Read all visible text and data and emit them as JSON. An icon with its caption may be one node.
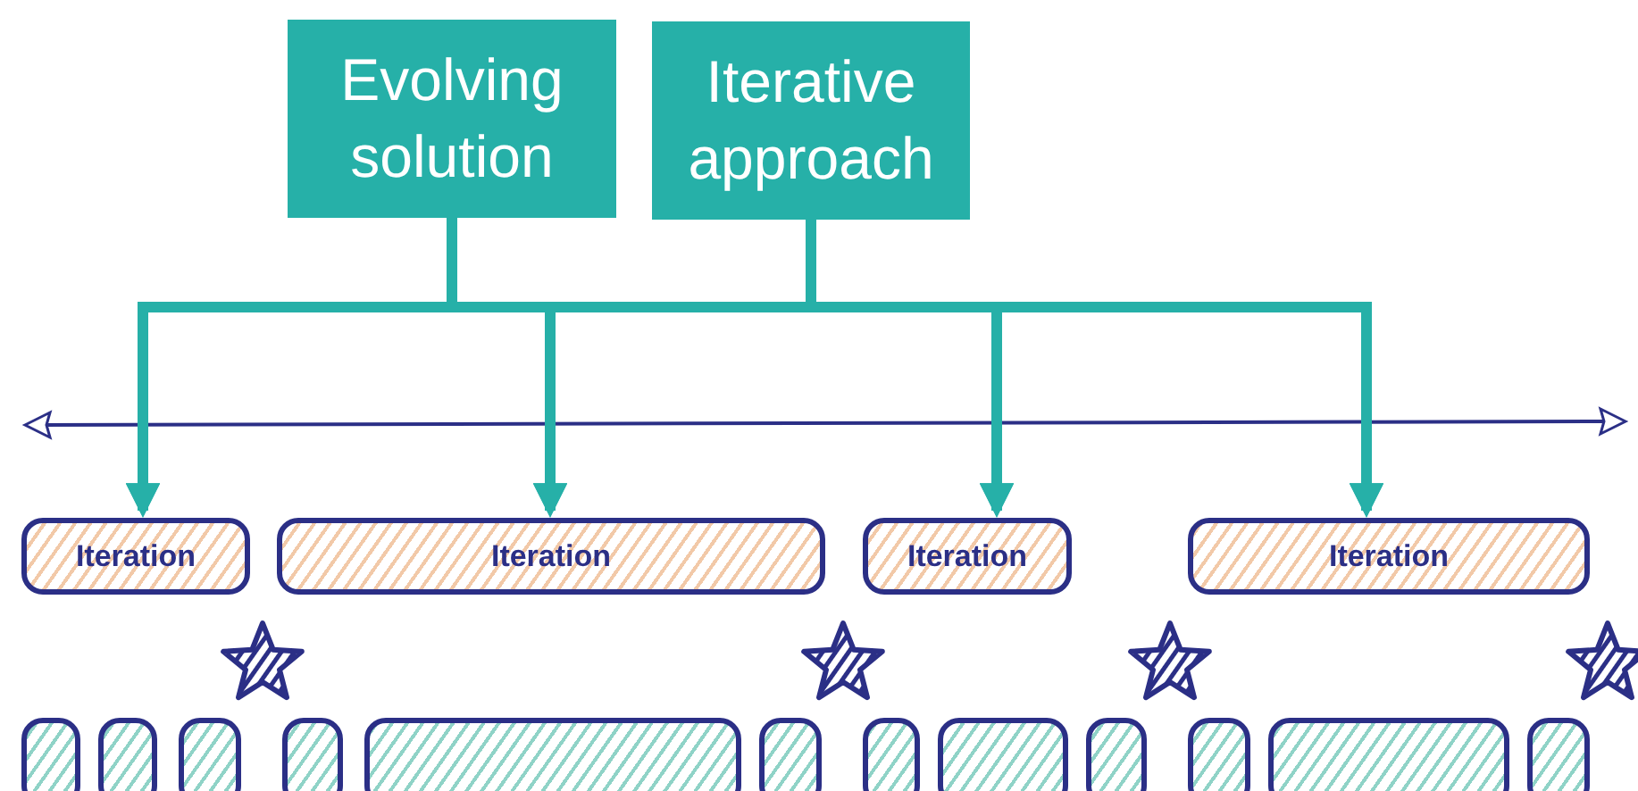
{
  "diagram": {
    "nodes": [
      {
        "text": [
          "Evolving solution"
        ]
      },
      {
        "text": [
          "Iterative approach"
        ]
      },
      {
        "text": [
          "Iteration"
        ]
      },
      {
        "text": [
          "Iteration"
        ]
      },
      {
        "text": [
          "Iteration"
        ]
      },
      {
        "text": [
          "Iteration"
        ]
      },
      {
        "text": [],
        "shape": "star"
      },
      {
        "text": [],
        "shape": "star"
      },
      {
        "text": [],
        "shape": "star"
      },
      {
        "text": [],
        "shape": "star"
      },
      {
        "text": [],
        "shape": "box"
      },
      {
        "text": [],
        "shape": "box"
      },
      {
        "text": [],
        "shape": "box"
      },
      {
        "text": [],
        "shape": "box"
      },
      {
        "text": [],
        "shape": "box"
      },
      {
        "text": [],
        "shape": "box"
      },
      {
        "text": [],
        "shape": "box"
      },
      {
        "text": [],
        "shape": "box"
      },
      {
        "text": [],
        "shape": "box"
      },
      {
        "text": [],
        "shape": "box"
      },
      {
        "text": [],
        "shape": "box"
      },
      {
        "text": [],
        "shape": "box"
      }
    ],
    "edges": [
      {
        "from": 0,
        "to": 2,
        "arrow": "to"
      },
      {
        "from": 0,
        "to": 3,
        "arrow": "to"
      },
      {
        "from": 0,
        "to": 4,
        "arrow": "to"
      },
      {
        "from": 0,
        "to": 5,
        "arrow": "to"
      },
      {
        "from": 1,
        "to": 2,
        "arrow": "to"
      },
      {
        "from": 1,
        "to": 3,
        "arrow": "to"
      },
      {
        "from": 1,
        "to": 4,
        "arrow": "to"
      },
      {
        "from": 1,
        "to": 5,
        "arrow": "to"
      }
    ]
  }
}
